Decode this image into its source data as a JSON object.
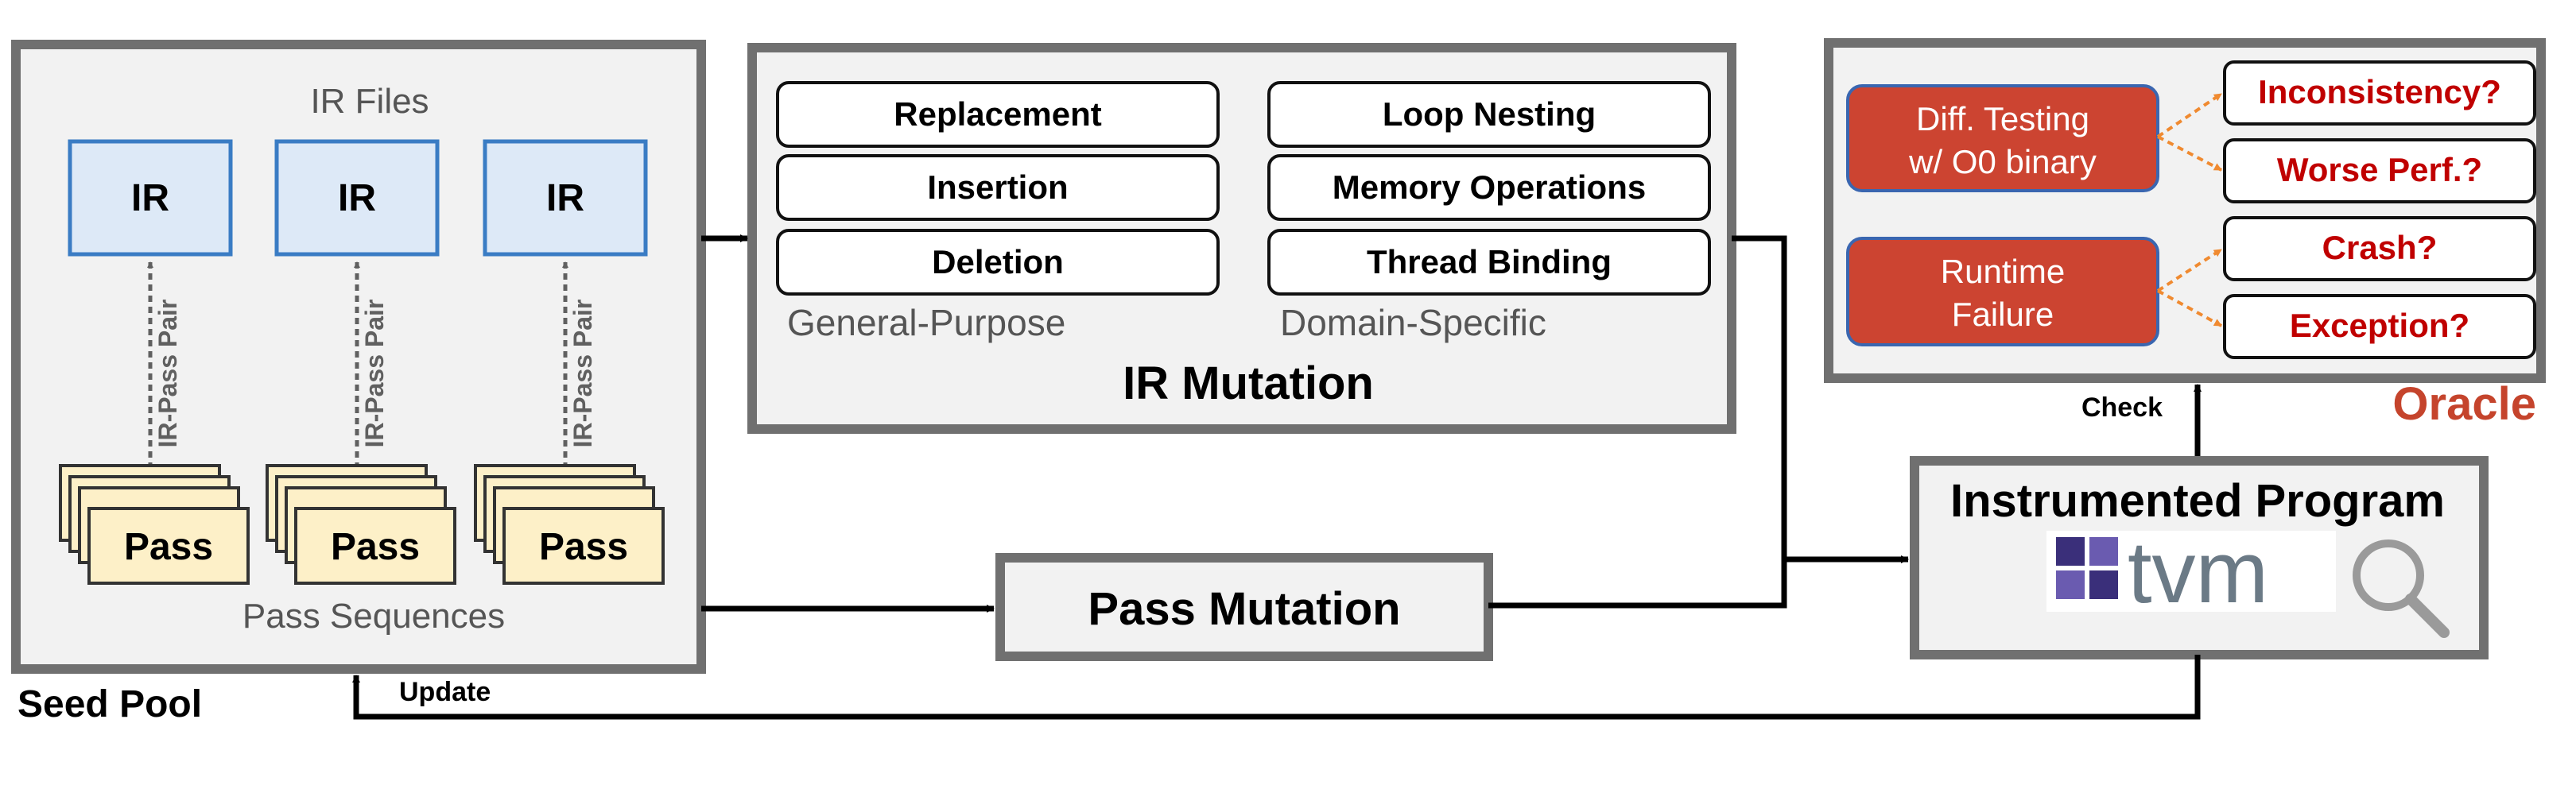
{
  "seed_pool": {
    "title": "Seed Pool",
    "ir_files_label": "IR Files",
    "pass_sequences_label": "Pass Sequences",
    "ir_boxes": [
      "IR",
      "IR",
      "IR"
    ],
    "pass_boxes": [
      "Pass",
      "Pass",
      "Pass"
    ],
    "pair_labels": [
      "IR-Pass Pair",
      "IR-Pass Pair",
      "IR-Pass Pair"
    ]
  },
  "ir_mutation": {
    "title": "IR Mutation",
    "general_label": "General-Purpose",
    "domain_label": "Domain-Specific",
    "general_ops": [
      "Replacement",
      "Insertion",
      "Deletion"
    ],
    "domain_ops": [
      "Loop Nesting",
      "Memory Operations",
      "Thread Binding"
    ]
  },
  "pass_mutation": {
    "title": "Pass Mutation"
  },
  "instrumented": {
    "title": "Instrumented Program",
    "logo_text": "tvm"
  },
  "oracle": {
    "title": "Oracle",
    "checks": [
      {
        "line1": "Diff. Testing",
        "line2": "w/ O0 binary"
      },
      {
        "line1": "Runtime",
        "line2": "Failure"
      }
    ],
    "outcomes": [
      "Inconsistency?",
      "Worse Perf.?",
      "Crash?",
      "Exception?"
    ]
  },
  "edges": {
    "check_label": "Check",
    "update_label": "Update"
  },
  "colors": {
    "frame": "#707070",
    "panel_bg": "#f2f2f2",
    "ir_fill": "#dde9f7",
    "ir_stroke": "#3a7cc4",
    "pass_fill": "#fdf0c8",
    "oracle_fill": "#cc4431",
    "oracle_text": "#c00000",
    "oracle_title": "#c5442c",
    "dash_arrow": "#f08a30",
    "tvm_purple": "#3a2f7a",
    "tvm_gray": "#6b7a86"
  }
}
